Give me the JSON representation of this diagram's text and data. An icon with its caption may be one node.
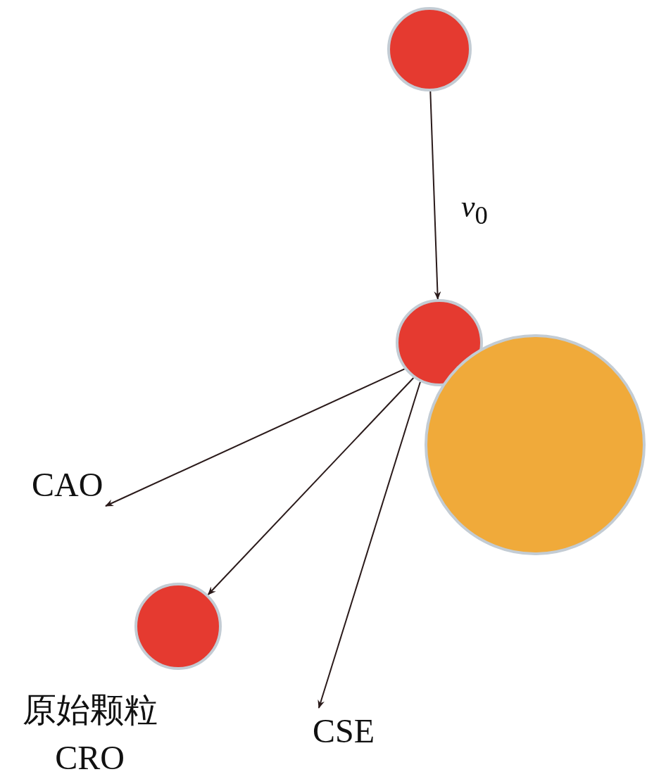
{
  "diagram": {
    "nodes": [
      {
        "text": [],
        "shape": "circle"
      },
      {
        "text": [],
        "shape": "circle"
      },
      {
        "text": [],
        "shape": "circle"
      },
      {
        "text": [],
        "shape": "circle",
        "beside": [
          "原始颗粒 CRO"
        ]
      },
      {
        "text": [
          "CAO"
        ]
      },
      {
        "text": [
          "CSE"
        ]
      }
    ],
    "edges": [
      {
        "from": 0,
        "to": 1,
        "arrow": "to",
        "label": "*v*$_{0}$"
      },
      {
        "from": 1,
        "to": 4,
        "arrow": "to"
      },
      {
        "from": 1,
        "to": 3,
        "arrow": "to"
      },
      {
        "from": 1,
        "to": 5,
        "arrow": "to"
      }
    ]
  }
}
